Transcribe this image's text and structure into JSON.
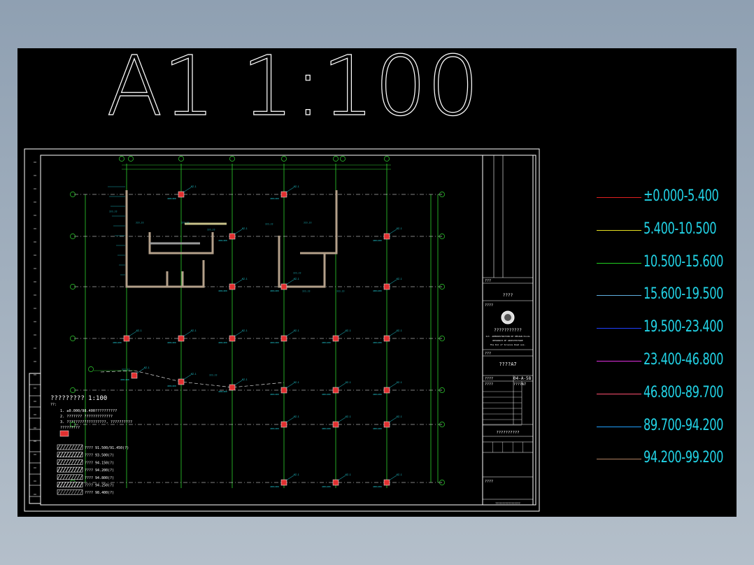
{
  "title": "A1  1:100",
  "legend": [
    {
      "label": "±0.000-5.400",
      "color": "#e02020"
    },
    {
      "label": "5.400-10.500",
      "color": "#e6e020"
    },
    {
      "label": "10.500-15.600",
      "color": "#20d020"
    },
    {
      "label": "15.600-19.500",
      "color": "#60b0e0"
    },
    {
      "label": "19.500-23.400",
      "color": "#2040ff"
    },
    {
      "label": "23.400-46.800",
      "color": "#e030e0"
    },
    {
      "label": "46.800-89.700",
      "color": "#ff5070"
    },
    {
      "label": "89.700-94.200",
      "color": "#20a0ff"
    },
    {
      "label": "94.200-99.200",
      "color": "#b08060"
    }
  ],
  "grid_axes": {
    "top": [
      "①",
      "②",
      "③",
      "④",
      "⑤",
      "⑥"
    ],
    "left": [
      "Ⓔ",
      "Ⓓ",
      "Ⓒ",
      "Ⓑ",
      "Ⓐ",
      "Ⓕ",
      "Ⓖ",
      "Ⓗ",
      "Ⓘ"
    ],
    "diagonal": "Ⓐ"
  },
  "plan": {
    "heading": "?????????  1:100",
    "notes_label": "??:",
    "notes": [
      "1. ±0.000/98.400??????????",
      "2. ??????? ?????????????",
      "3. ??????????????????, ??????????",
      "   ?????????"
    ],
    "hatch_legend": [
      {
        "label": "????  91.500/91.450(?)"
      },
      {
        "label": "????  93.500(?)"
      },
      {
        "label": "????  94.150(?)"
      },
      {
        "label": "????  94.200(?)"
      },
      {
        "label": "????  94.800(?)"
      },
      {
        "label": "????  94.250(?)"
      },
      {
        "label": "????  98.400(?)"
      }
    ]
  },
  "title_block": {
    "project_label": "???",
    "project": "????",
    "unit_label": "????",
    "company": "???????????",
    "company_en_1": "Int. ADMINISTRATION DE DESIGN Kindo",
    "company_en_2": "RESEARCH OF ARCHITECTURE",
    "company_en_3": "The Rul of Science Road ave.",
    "drawing_label": "???",
    "drawing_name": "????A7",
    "number_label": "????",
    "number": "04-A-58",
    "sub_label": "????",
    "sub_value": "????A7",
    "sign_title": "??????????",
    "bottom_label": "????",
    "footer": "?????????????????"
  }
}
